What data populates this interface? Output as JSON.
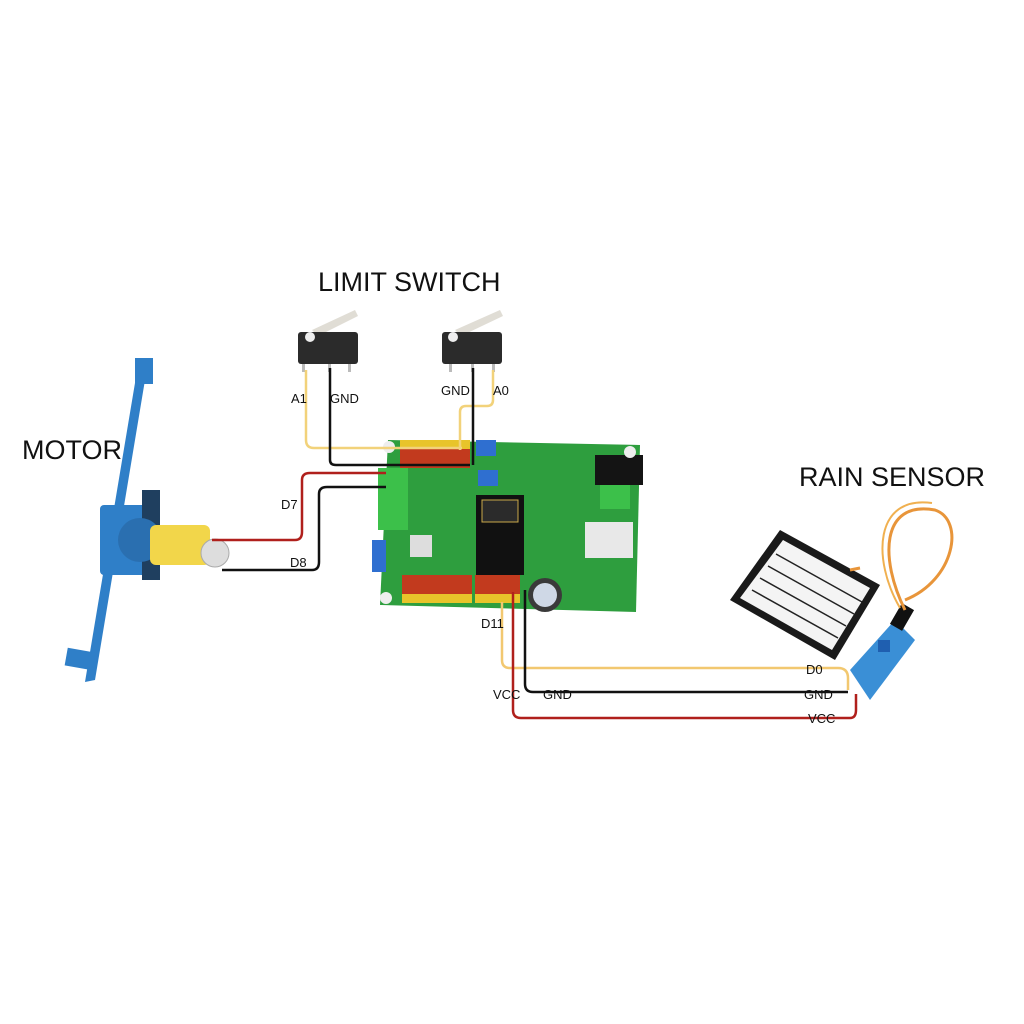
{
  "titles": {
    "limit_switch": "LIMIT SWITCH",
    "motor": "MOTOR",
    "rain_sensor": "RAIN SENSOR"
  },
  "pin_labels": {
    "switch1_signal": "A1",
    "switch1_gnd": "GND",
    "switch2_gnd": "GND",
    "switch2_signal": "A0",
    "motor_d7": "D7",
    "motor_d8": "D8",
    "board_d11": "D11",
    "board_vcc": "VCC",
    "board_gnd": "GND",
    "sensor_d0": "D0",
    "sensor_gnd": "GND",
    "sensor_vcc": "VCC"
  },
  "colors": {
    "wire_yellow": "#f2d27a",
    "wire_black": "#111111",
    "wire_red": "#b0201c",
    "board_green": "#2e9e3e",
    "motor_blue": "#2f7fc8",
    "sensor_blue": "#3a8fd6"
  }
}
